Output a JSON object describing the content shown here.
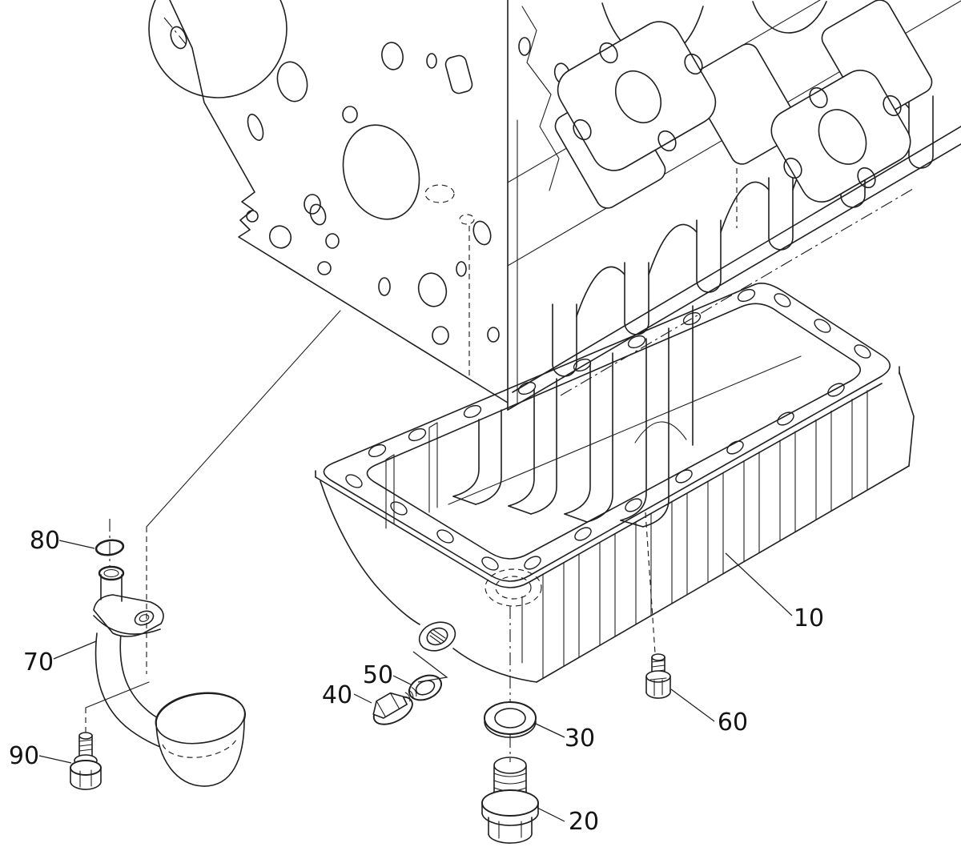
{
  "figure": {
    "type": "exploded-parts-diagram",
    "subject": "engine oil pan assembly",
    "colors": {
      "line": "#1f1f1f",
      "background": "#ffffff"
    }
  },
  "parts": [
    {
      "label": "10",
      "part": "oil-pan"
    },
    {
      "label": "20",
      "part": "drain-plug"
    },
    {
      "label": "30",
      "part": "drain-plug-gasket"
    },
    {
      "label": "40",
      "part": "flange-bolt"
    },
    {
      "label": "50",
      "part": "washer"
    },
    {
      "label": "60",
      "part": "joint-bolt"
    },
    {
      "label": "70",
      "part": "oil-pickup-tube"
    },
    {
      "label": "80",
      "part": "o-ring"
    },
    {
      "label": "90",
      "part": "pickup-bolt"
    }
  ]
}
